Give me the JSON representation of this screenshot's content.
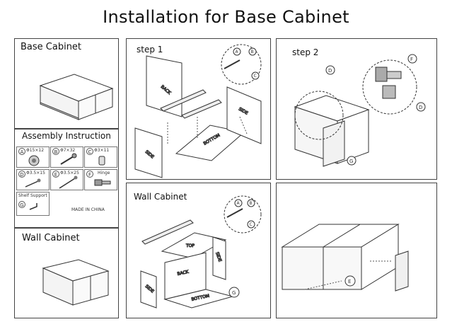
{
  "header": {
    "title": "Installation for Base Cabinet"
  },
  "left_column": {
    "base_cabinet_label": "Base Cabinet",
    "assembly_instruction_label": "Assembly Instruction",
    "wall_cabinet_label": "Wall Cabinet",
    "parts": [
      {
        "letter": "A",
        "code": "Φ15×12"
      },
      {
        "letter": "B",
        "code": "Φ7×32"
      },
      {
        "letter": "C",
        "code": "Φ3×11"
      },
      {
        "letter": "D",
        "code": "Φ3.5×15"
      },
      {
        "letter": "E",
        "code": "Φ3.5×25"
      },
      {
        "letter": "F",
        "code": "Hinge"
      }
    ],
    "shelf_support": {
      "letter": "G",
      "label": "Shelf Support"
    },
    "made_in": "MADE IN CHINA"
  },
  "steps": {
    "step1_label": "step 1",
    "step2_label": "step 2",
    "wall_cabinet_label": "Wall Cabinet"
  },
  "panel_labels": {
    "back": "BACK",
    "side": "SIDE",
    "bottom": "BOTTOM",
    "top": "TOP"
  },
  "callouts": {
    "a": "A",
    "b": "B",
    "c": "C",
    "d": "D",
    "e": "E",
    "f": "F",
    "g": "G"
  }
}
